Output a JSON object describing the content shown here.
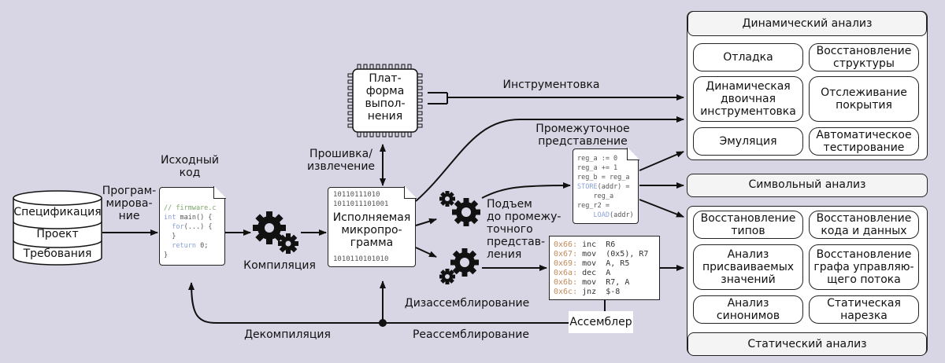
{
  "source_store": {
    "items": [
      "Спецификация",
      "Проект",
      "Требования"
    ]
  },
  "labels": {
    "programming": "Програм-\nмирова-\nние",
    "source_code_title": "Исходный\nкод",
    "compilation": "Компиляция",
    "flash_extract": "Прошивка/\nизвлечение",
    "platform": "Плат-\nформа\nвыпол-\nнения",
    "instrumentation": "Инструментовка",
    "intermediate_repr": "Промежуточное\nпредставление",
    "lifting": "Подъем\nдо промежу-\nточного\nпредстав-\nления",
    "disassembly": "Дизассемблирование",
    "decompilation": "Декомпиляция",
    "reassembly": "Реассемблирование",
    "assembler": "Ассемблер"
  },
  "source_code": {
    "lines": [
      {
        "t": "// firmware.c",
        "c": "cm"
      },
      {
        "t": "int main() {",
        "c": "mix1"
      },
      {
        "t": "  for(...) {",
        "c": "mix2"
      },
      {
        "t": "  }",
        "c": ""
      },
      {
        "t": "  return 0;",
        "c": "mix3"
      },
      {
        "t": "}",
        "c": ""
      }
    ]
  },
  "firmware": {
    "bits_top_1": "10110111010",
    "bits_top_2": "1011011101001",
    "title": "Исполняемая\nмикропро-\nграмма",
    "bits_bottom": "1010110101010"
  },
  "ir_code": {
    "lines": [
      "reg_a := 0",
      "reg_a += 1",
      "reg_b = reg_a",
      "STORE(addr) =",
      "    reg_a",
      "reg_r2 =",
      "    LOAD(addr)"
    ]
  },
  "asm_code": {
    "lines": [
      {
        "addr": "0x66:",
        "op": "inc  R6"
      },
      {
        "addr": "0x67:",
        "op": "mov  (0x5), R7"
      },
      {
        "addr": "0x69:",
        "op": "mov  A, R5"
      },
      {
        "addr": "0x6a:",
        "op": "dec  A"
      },
      {
        "addr": "0x6b:",
        "op": "mov  R7, A"
      },
      {
        "addr": "0x6c:",
        "op": "jnz  $-8"
      }
    ]
  },
  "dynamic_analysis": {
    "title": "Динамический анализ",
    "cells": [
      "Отладка",
      "Восстановление\nструктуры",
      "Динамическая\nдвоичная\nинструментовка",
      "Отслеживание\nпокрытия",
      "Эмуляция",
      "Автоматическое\nтестирование"
    ]
  },
  "symbolic_analysis": {
    "title": "Символьный анализ"
  },
  "static_analysis": {
    "title": "Статический анализ",
    "cells": [
      "Восстановление\nтипов",
      "Восстановление\nкода и данных",
      "Анализ\nприсваиваемых\nзначений",
      "Восстановление\nграфа управляю-\nщего потока",
      "Анализ\nсинонимов",
      "Статическая\nнарезка"
    ]
  }
}
